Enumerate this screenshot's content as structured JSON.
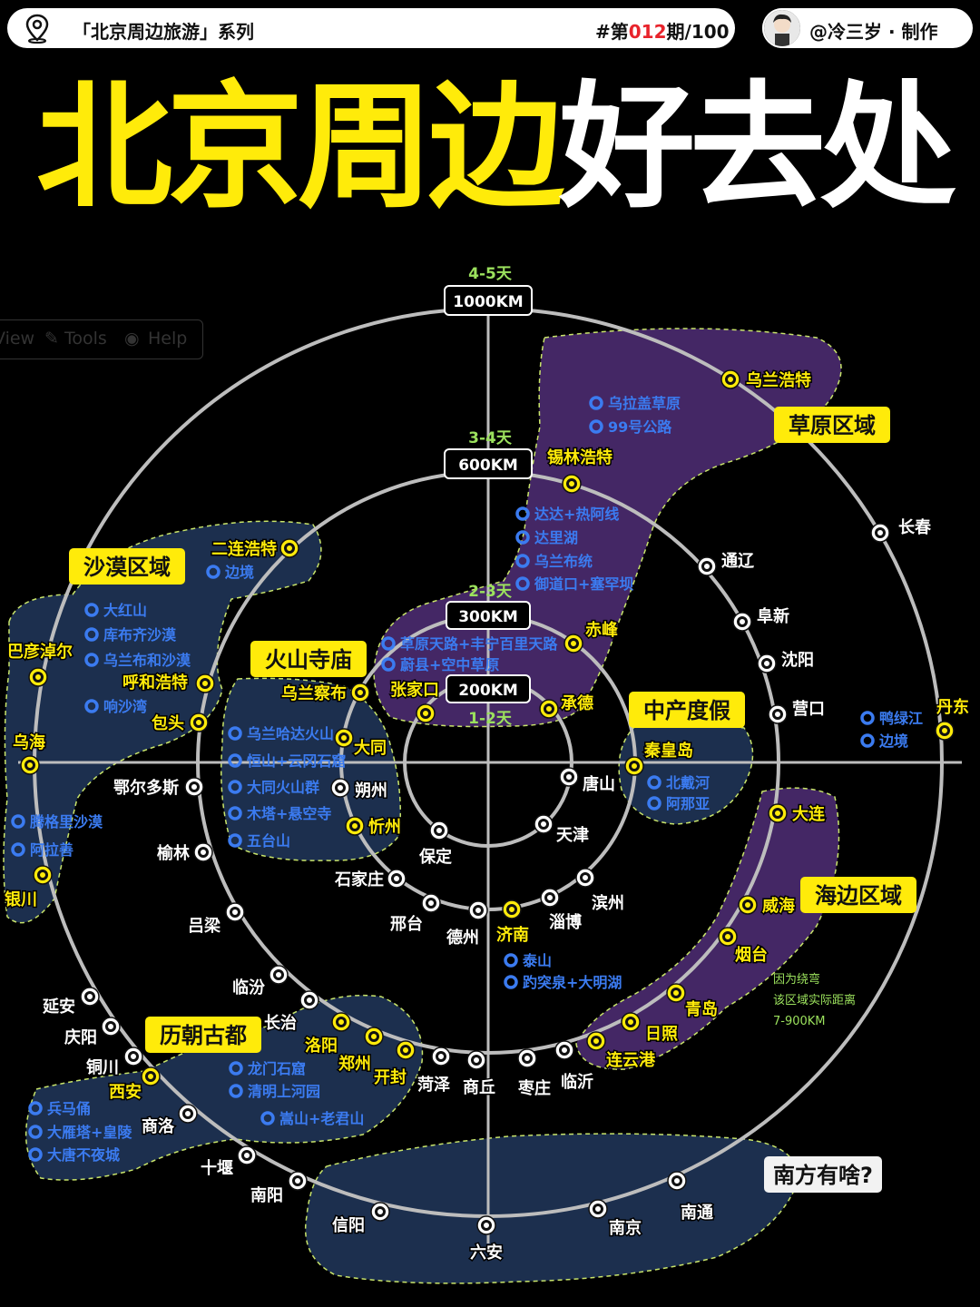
{
  "header": {
    "series": "「北京周边旅游」系列",
    "issue_prefix": "#第",
    "issue_number": "012",
    "issue_suffix": "期/100",
    "author": "@冷三岁 · 制作"
  },
  "title": {
    "part_yellow": "北京周边",
    "part_white": "好去处"
  },
  "toolbar_ghost": {
    "view": "View",
    "tools": "Tools",
    "help": "Help"
  },
  "rings": {
    "r1000": {
      "km": "1000KM",
      "days": "4-5天"
    },
    "r600": {
      "km": "600KM",
      "days": "3-4天"
    },
    "r300": {
      "km": "300KM",
      "days": "2-3天"
    },
    "r200": {
      "km": "200KM",
      "days": "1-2天"
    }
  },
  "regions": {
    "grassland": "草原区域",
    "desert": "沙漠区域",
    "volcano": "火山寺庙",
    "resort": "中产度假",
    "coast": "海边区域",
    "ancient": "历朝古都",
    "south": "南方有啥?"
  },
  "cities": {
    "wulanhaote": "乌兰浩特",
    "xilinhaote": "锡林浩特",
    "changchun": "长春",
    "tongliao": "通辽",
    "fuxin": "阜新",
    "chifeng": "赤峰",
    "shenyang": "沈阳",
    "yingkou": "营口",
    "dandong": "丹东",
    "chengde": "承德",
    "zhangjiakou": "张家口",
    "wulanchabu": "乌兰察布",
    "erlianhaote": "二连浩特",
    "bayannaoer": "巴彦淖尔",
    "huhehaote": "呼和浩特",
    "baotou": "包头",
    "wuhai": "乌海",
    "eerduosi": "鄂尔多斯",
    "yinchuan": "银川",
    "datong": "大同",
    "shuozhou": "朔州",
    "xinzhou": "忻州",
    "qinhuangdao": "秦皇岛",
    "tangshan": "唐山",
    "tianjin": "天津",
    "baoding": "保定",
    "yulin": "榆林",
    "shijiazhuang": "石家庄",
    "lvliang": "吕梁",
    "xingtai": "邢台",
    "dezhou": "德州",
    "jinan": "济南",
    "zibo": "淄博",
    "binzhou": "滨州",
    "dalian": "大连",
    "weihai": "威海",
    "yantai": "烟台",
    "qingdao": "青岛",
    "rizhao": "日照",
    "lianyungang": "连云港",
    "linyi": "临沂",
    "zaozhuang": "枣庄",
    "shangqiu": "商丘",
    "heze": "菏泽",
    "kaifeng": "开封",
    "zhengzhou": "郑州",
    "luoyang": "洛阳",
    "changzhi": "长治",
    "linfen": "临汾",
    "yanan": "延安",
    "qingyang": "庆阳",
    "tongchuan": "铜川",
    "xian": "西安",
    "shangluo": "商洛",
    "shiyan": "十堰",
    "nanyang": "南阳",
    "xinyang": "信阳",
    "luan": "六安",
    "nanjing": "南京",
    "nantong": "南通"
  },
  "spots": {
    "wulagai": "乌拉盖草原",
    "road99": "99号公路",
    "dada": "达达+热阿线",
    "dalihu": "达里湖",
    "wulanbutong": "乌兰布统",
    "yudaokou": "御道口+塞罕坝",
    "caoyuan_road": "草原天路+丰宁百里天路",
    "yuxian": "蔚县+空中草原",
    "bianjing_erlian": "边境",
    "dahongshan": "大红山",
    "kubuqi": "库布齐沙漠",
    "wulanbuhe": "乌兰布和沙漠",
    "xiangshawan": "响沙湾",
    "tenggeli": "腾格里沙漠",
    "alashan": "阿拉善",
    "wulanhada": "乌兰哈达火山",
    "hengshan": "恒山+云冈石窟",
    "datong_volcano": "大同火山群",
    "muta": "木塔+悬空寺",
    "wutaishan": "五台山",
    "beidaihe": "北戴河",
    "anaya": "阿那亚",
    "yalujiang": "鸭绿江",
    "bianjing_dandong": "边境",
    "taishan": "泰山",
    "baotuquan": "趵突泉+大明湖",
    "longmen": "龙门石窟",
    "qingming": "清明上河园",
    "songshan": "嵩山+老君山",
    "bingmayong": "兵马俑",
    "dayanta": "大雁塔+皇陵",
    "datang": "大唐不夜城"
  },
  "note": {
    "line1": "因为绕弯",
    "line2": "该区域实际距离",
    "line3": "7-900KM"
  },
  "colors": {
    "yellow": "#ffeb0a",
    "purple_region": "#4a2a6e",
    "blue_region": "#1e3252",
    "spot_blue": "#3b7bf0",
    "ring": "#bdbdbd",
    "days_green": "#9be15d"
  }
}
